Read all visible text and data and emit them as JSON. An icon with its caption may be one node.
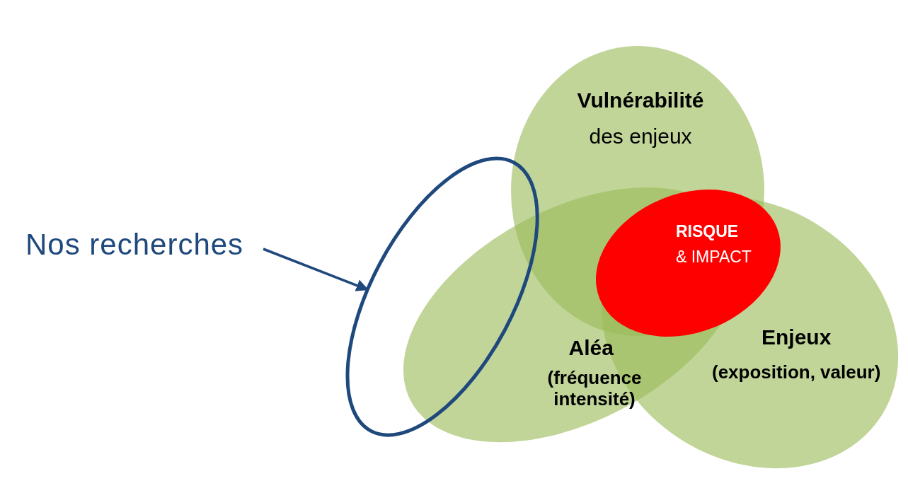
{
  "diagram": {
    "nodes": [
      {
        "text": [
          "Vulnérabilité",
          "des enjeux"
        ]
      },
      {
        "text": [
          "Aléa",
          "(fréquence intensité)"
        ]
      },
      {
        "text": [
          "Enjeux",
          "(exposition, valeur)"
        ]
      },
      {
        "text": [
          "RISQUE",
          "& IMPACT"
        ]
      },
      {
        "text": [],
        "shape": "ellipse"
      },
      {
        "text": [
          "Nos recherches"
        ]
      }
    ],
    "edges": [
      {
        "from": 5,
        "to": 4,
        "arrow": "to"
      }
    ]
  }
}
